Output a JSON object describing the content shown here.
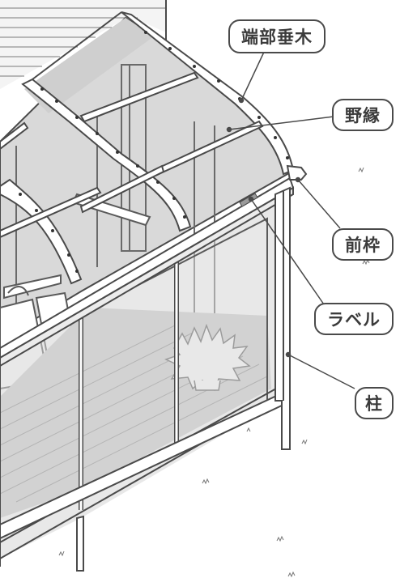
{
  "labels": {
    "end_rafter": "端部垂木",
    "purlin": "野縁",
    "front_frame": "前枠",
    "label_sticker": "ラベル",
    "post": "柱"
  },
  "colors": {
    "line": "#4a4a4a",
    "glass": "#d9d9d9",
    "glass_dark": "#c4c4c4",
    "frame": "#ffffff"
  }
}
